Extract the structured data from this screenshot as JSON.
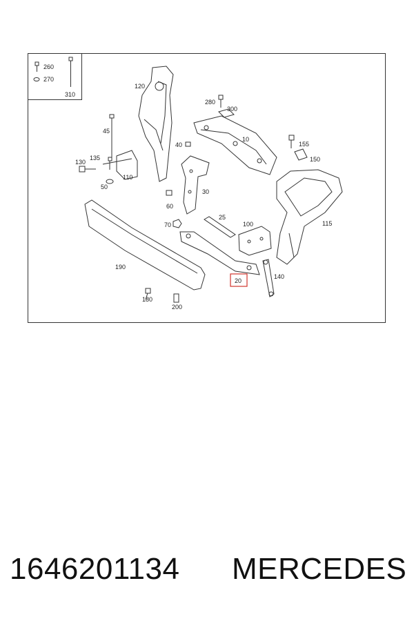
{
  "diagram": {
    "callouts": {
      "c10": "10",
      "c20": "20",
      "c25": "25",
      "c30": "30",
      "c40": "40",
      "c45": "45",
      "c50": "50",
      "c60": "60",
      "c70": "70",
      "c100": "100",
      "c110": "110",
      "c115": "115",
      "c120": "120",
      "c130": "130",
      "c135": "135",
      "c140": "140",
      "c150": "150",
      "c155": "155",
      "c180": "180",
      "c190": "190",
      "c200": "200",
      "c260": "260",
      "c270": "270",
      "c280": "280",
      "c300": "300",
      "c310": "310"
    },
    "highlight_color": "#d0342c"
  },
  "caption": {
    "part_number": "1646201134",
    "brand": "MERCEDES"
  }
}
